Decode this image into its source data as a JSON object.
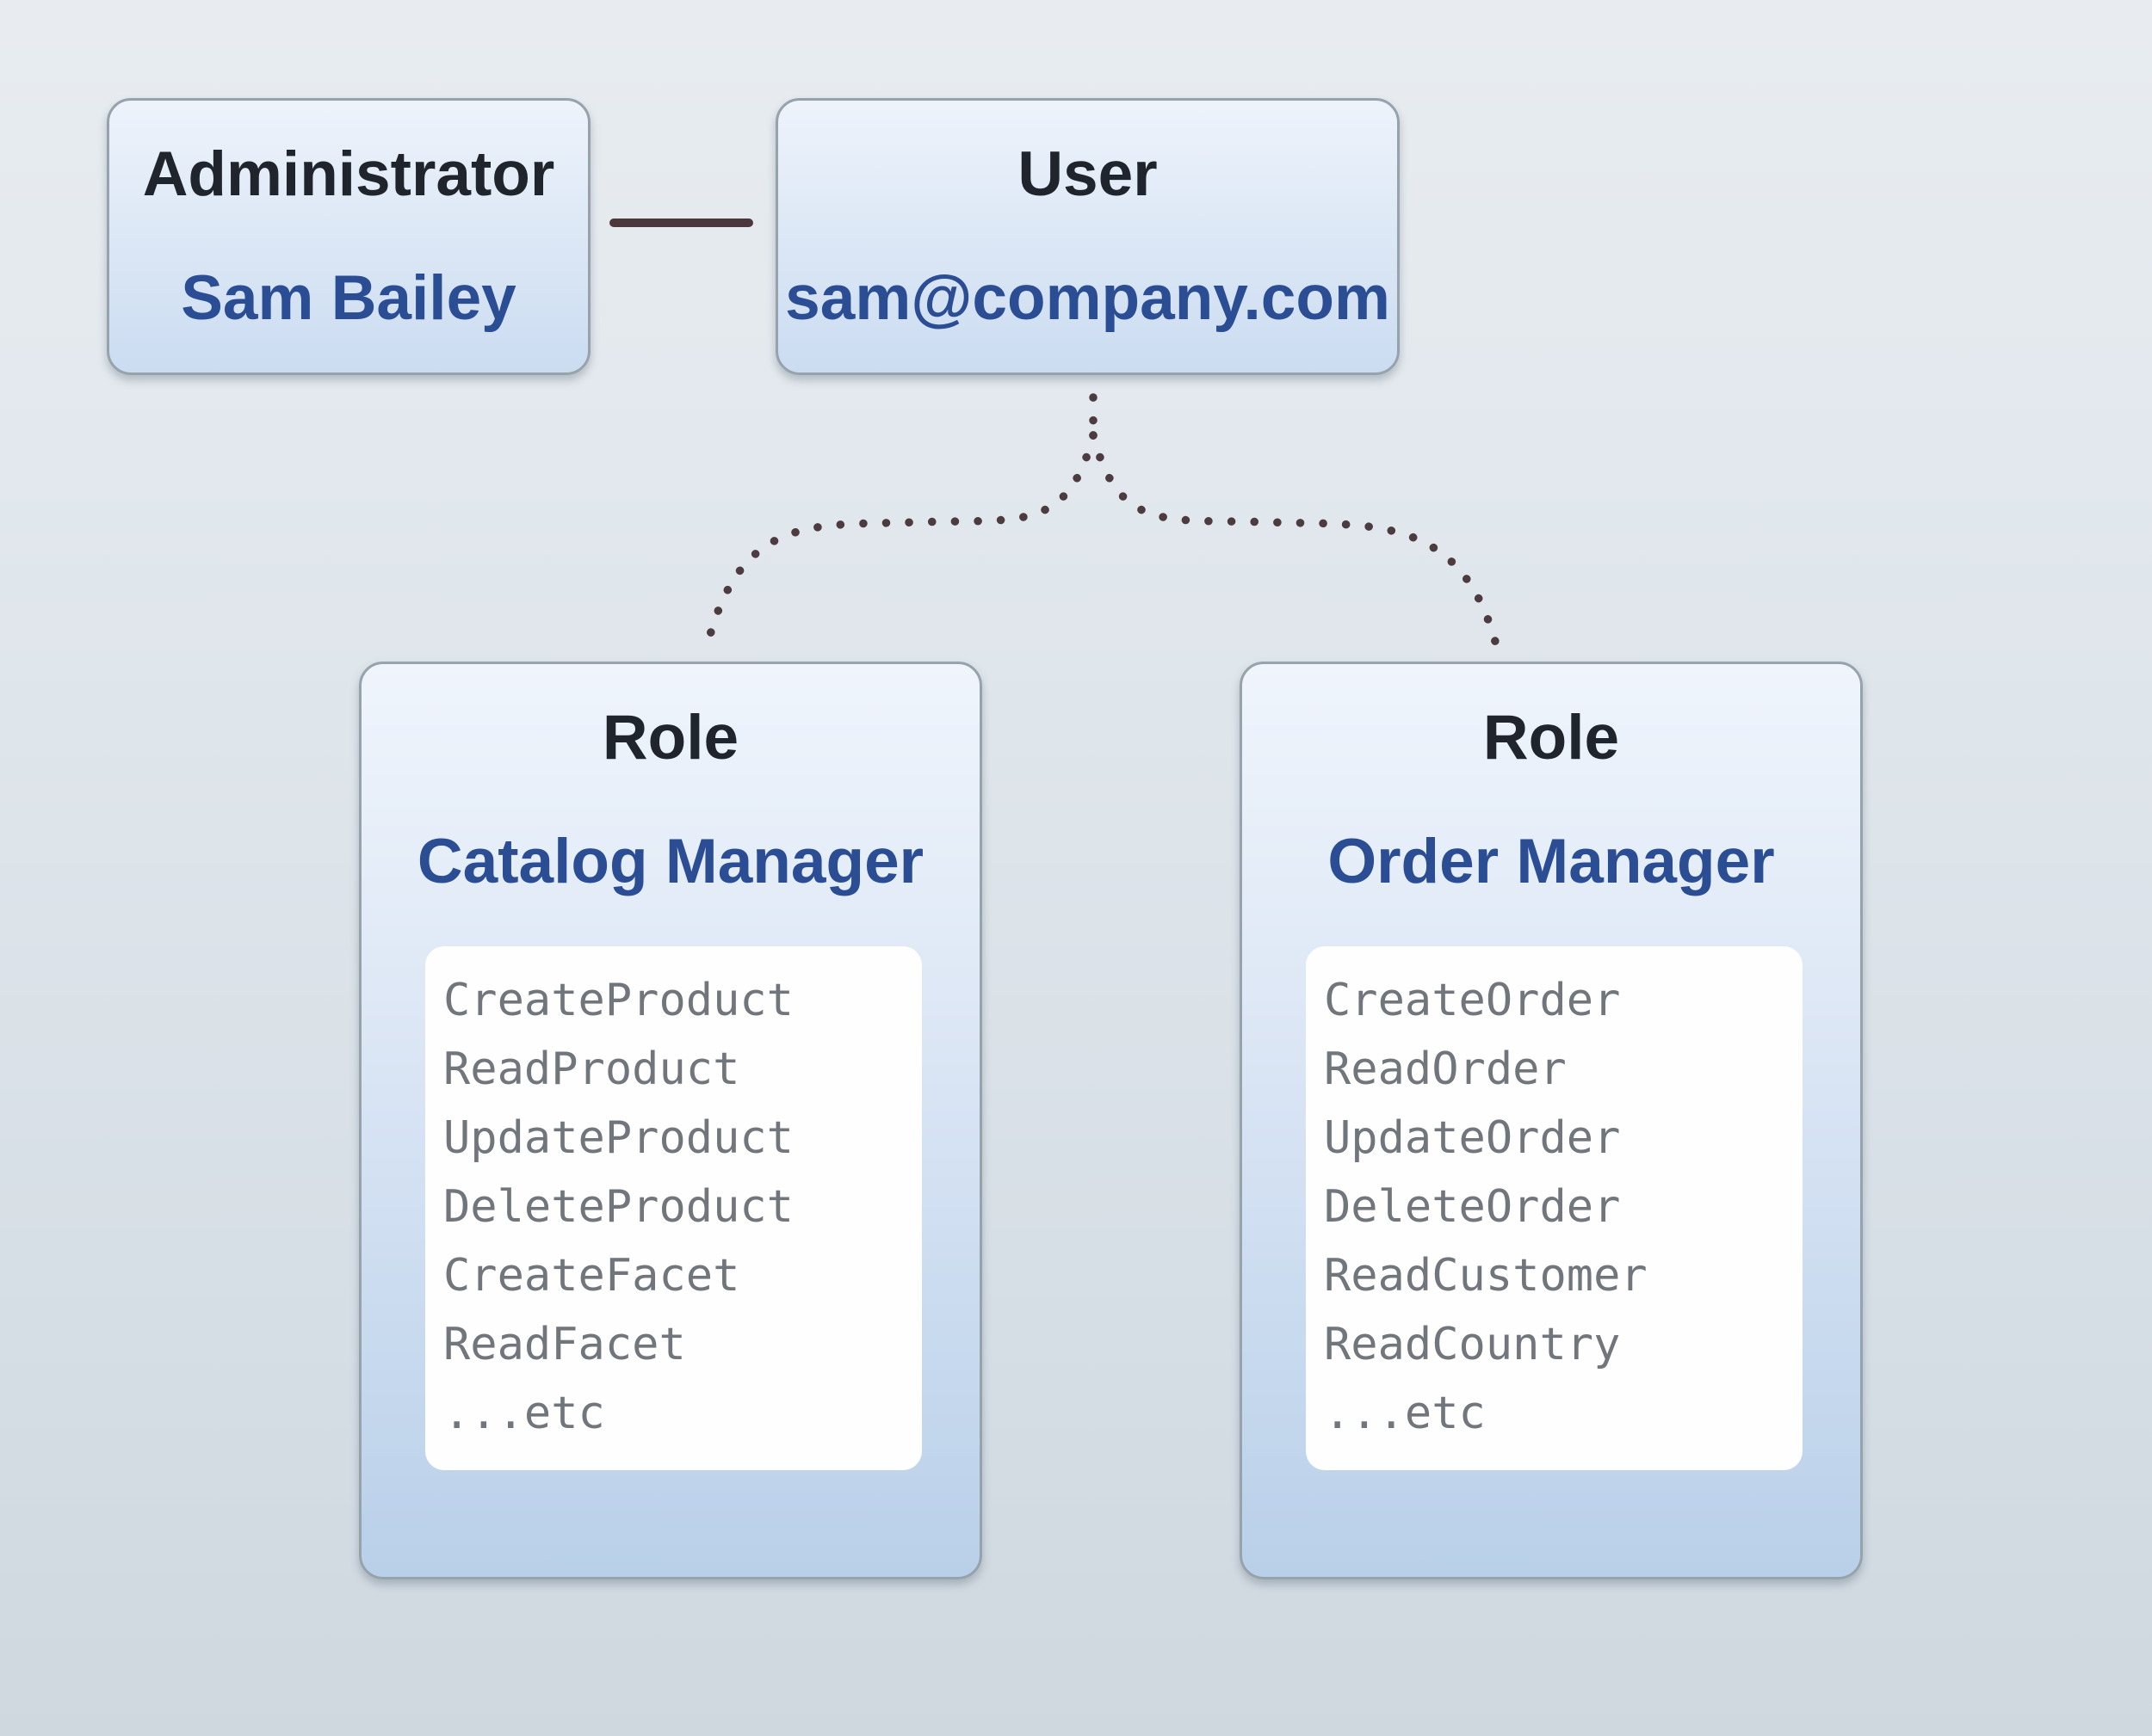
{
  "admin_box": {
    "title": "Administrator",
    "name": "Sam Bailey"
  },
  "user_box": {
    "title": "User",
    "email": "sam@company.com"
  },
  "role_left": {
    "title": "Role",
    "name": "Catalog Manager",
    "permissions": [
      "CreateProduct",
      "ReadProduct",
      "UpdateProduct",
      "DeleteProduct",
      "CreateFacet",
      "ReadFacet",
      "...etc"
    ]
  },
  "role_right": {
    "title": "Role",
    "name": "Order Manager",
    "permissions": [
      "CreateOrder",
      "ReadOrder",
      "UpdateOrder",
      "DeleteOrder",
      "ReadCustomer",
      "ReadCountry",
      "...etc"
    ]
  },
  "colors": {
    "heading_text": "#20242c",
    "accent_blue": "#2a4d94",
    "permission_gray": "#70767c",
    "connector_line": "#4c383c",
    "connector_dots": "#4c3b3f",
    "box_border": "#96a2ac"
  }
}
